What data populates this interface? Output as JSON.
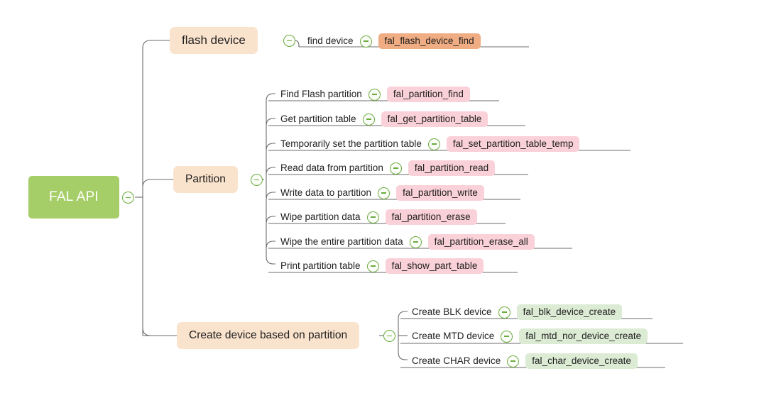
{
  "diagram": {
    "type": "mind-map",
    "title": "FAL API",
    "colors": {
      "root": "#a6ce68",
      "topic": "#fae3cd",
      "badge_orange": "#f0ac82",
      "badge_pink": "#fad1d8",
      "badge_green": "#dcebd4",
      "connector": "#6b6b6b",
      "toggle": "#6aab3c",
      "background": "#ffffff"
    },
    "toggle_icon": "collapse-minus-circle-icon"
  },
  "root": {
    "label": "FAL API"
  },
  "branches": [
    {
      "id": "flash-device",
      "label": "flash device",
      "children": [
        {
          "label": "find device",
          "badge": "fal_flash_device_find",
          "badge_color": "orange"
        }
      ]
    },
    {
      "id": "partition",
      "label": "Partition",
      "children": [
        {
          "label": "Find Flash partition",
          "badge": "fal_partition_find",
          "badge_color": "pink"
        },
        {
          "label": "Get partition table",
          "badge": "fal_get_partition_table",
          "badge_color": "pink"
        },
        {
          "label": "Temporarily set the partition table",
          "badge": "fal_set_partition_table_temp",
          "badge_color": "pink"
        },
        {
          "label": "Read data from partition",
          "badge": "fal_partition_read",
          "badge_color": "pink"
        },
        {
          "label": "Write data to partition",
          "badge": "fal_partition_write",
          "badge_color": "pink"
        },
        {
          "label": "Wipe partition data",
          "badge": "fal_partition_erase",
          "badge_color": "pink"
        },
        {
          "label": "Wipe the entire partition data",
          "badge": "fal_partition_erase_all",
          "badge_color": "pink"
        },
        {
          "label": "Print partition table",
          "badge": "fal_show_part_table",
          "badge_color": "pink"
        }
      ]
    },
    {
      "id": "create-device",
      "label": "Create device based on partition",
      "children": [
        {
          "label": "Create BLK device",
          "badge": "fal_blk_device_create",
          "badge_color": "green"
        },
        {
          "label": "Create MTD device",
          "badge": "fal_mtd_nor_device_create",
          "badge_color": "green"
        },
        {
          "label": "Create CHAR device",
          "badge": "fal_char_device_create",
          "badge_color": "green"
        }
      ]
    }
  ]
}
